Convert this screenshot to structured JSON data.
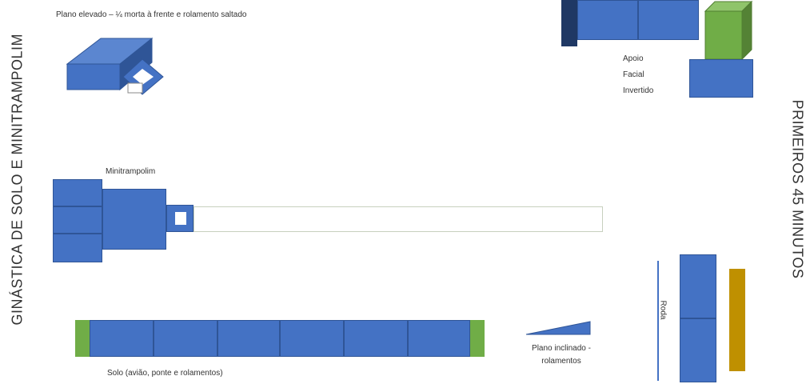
{
  "side_titles": {
    "left": "GINÁSTICA DE SOLO E MINITRAMPOLIM",
    "right": "PRIMEIROS 45 MINUTOS"
  },
  "stations": {
    "plano_elevado": {
      "label": "Plano elevado – ¼ morta à frente e rolamento saltado"
    },
    "apoio_facial": {
      "label_lines": [
        "Apoio",
        "Facial",
        "Invertido"
      ]
    },
    "minitrampolim": {
      "label": "Minitrampolim"
    },
    "solo": {
      "label": "Solo (avião, ponte e rolamentos)"
    },
    "plano_inclinado": {
      "label_lines": [
        "Plano inclinado -",
        "rolamentos"
      ]
    },
    "roda": {
      "label": "Roda"
    }
  },
  "colors": {
    "mat_blue": "#4472c4",
    "mat_dark": "#2f5597",
    "navy": "#1f3864",
    "green": "#70ad47",
    "gold": "#bf9000"
  }
}
